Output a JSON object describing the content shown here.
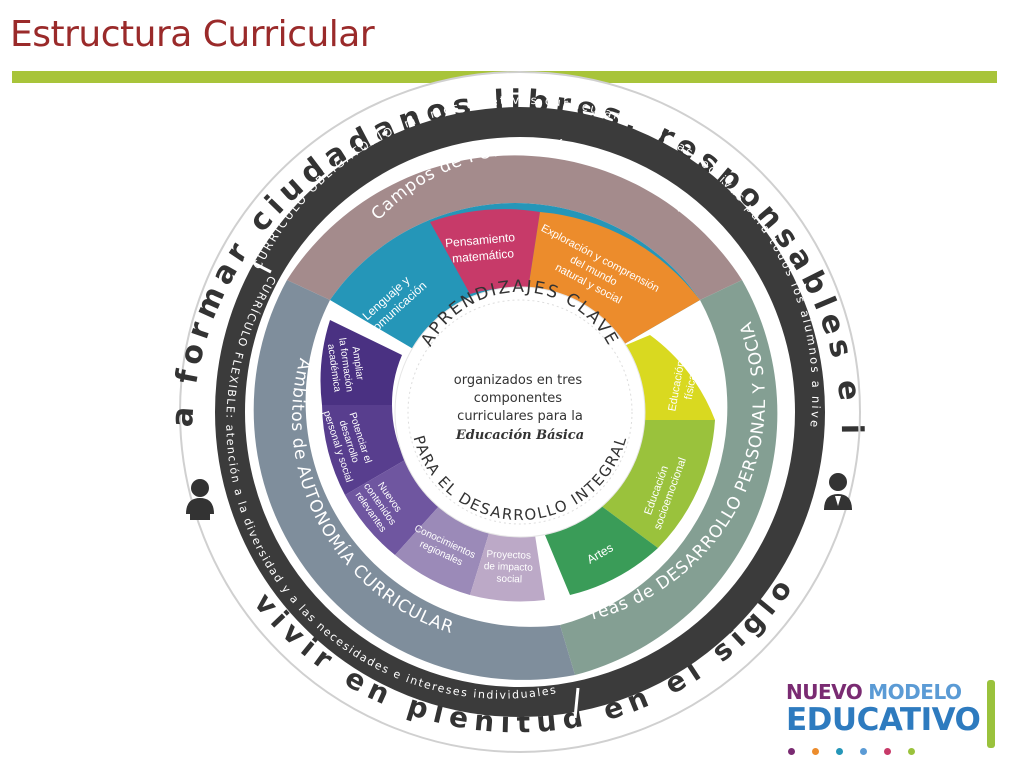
{
  "page": {
    "title": "Estructura Curricular"
  },
  "outer_ring": {
    "top_text": "Contribuir a formar ciudadanos libres, responsables e informados",
    "bottom_text": "para vivir en plenitud en el siglo XXI"
  },
  "curriculo_obligatorio": {
    "text": "CURRÍCULO OBLIGATORIO: mismos objetivos curriculares y horas lectivas para todos los alumnos a nivel nacional"
  },
  "curriculo_flexible": {
    "text": "CURRÍCULO FLEXIBLE: atención a la diversidad y a las necesidades e intereses individuales"
  },
  "formacion_academica": {
    "band_title": "Campos de FORMACIÓN ACADÉMICA",
    "segments": [
      {
        "lines": [
          "Lenguaje y",
          "comunicación"
        ],
        "color": "#2596b8"
      },
      {
        "lines": [
          "Pensamiento",
          "matemático"
        ],
        "color": "#c73a69"
      },
      {
        "lines": [
          "Exploración y comprensión",
          "del mundo",
          "natural y social"
        ],
        "color": "#ec8c2c"
      }
    ],
    "band_color": "#a48b8c"
  },
  "desarrollo_personal": {
    "band_title": "Áreas de DESARROLLO PERSONAL Y SOCIAL",
    "segments": [
      {
        "lines": [
          "Educación",
          "física"
        ],
        "color": "#d9d920"
      },
      {
        "lines": [
          "Educación",
          "socioemocional"
        ],
        "color": "#9ac23c"
      },
      {
        "lines": [
          "Artes"
        ],
        "color": "#3a9c58"
      }
    ],
    "band_color": "#849f93"
  },
  "autonomia_curricular": {
    "band_title": "Ámbitos de AUTONOMÍA CURRICULAR",
    "segments": [
      {
        "lines": [
          "Ampliar",
          "la formación",
          "académica"
        ],
        "color": "#4a3182"
      },
      {
        "lines": [
          "Potenciar el",
          "desarrollo",
          "personal y social"
        ],
        "color": "#583e8e"
      },
      {
        "lines": [
          "Nuevos",
          "contenidos",
          "relevantes"
        ],
        "color": "#6f56a0"
      },
      {
        "lines": [
          "Conocimientos",
          "regionales"
        ],
        "color": "#9b8ab8"
      },
      {
        "lines": [
          "Proyectos",
          "de impacto",
          "social"
        ],
        "color": "#bca9c7"
      }
    ],
    "band_color": "#7f8e9c"
  },
  "center": {
    "top_arc": "APRENDIZAJES CLAVE",
    "bottom_arc": "PARA EL DESARROLLO INTEGRAL",
    "lines": [
      "organizados en tres",
      "componentes",
      "curriculares para la"
    ],
    "emphasis": "Educación Básica"
  },
  "logo": {
    "line1a": "NUEVO",
    "line1b": "MODELO",
    "line2": "EDUCATIVO",
    "dot_colors": [
      "#7a2b72",
      "#ec8c2c",
      "#2596b8",
      "#5b9bd5",
      "#c73a69",
      "#9ac23c"
    ]
  },
  "icons": {
    "left": "girl-student-icon",
    "right": "boy-student-icon"
  }
}
